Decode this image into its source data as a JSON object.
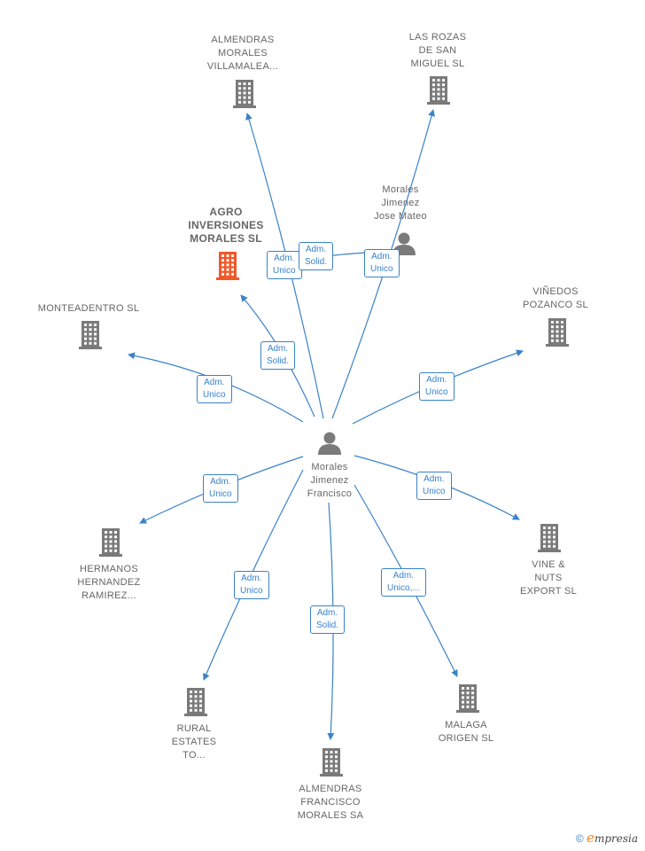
{
  "colors": {
    "edge": "#3a82c9",
    "building": "#7a7a7a",
    "highlight": "#f0582a",
    "person": "#7a7a7a"
  },
  "center": {
    "label": "Morales\nJimenez\nFrancisco",
    "icon": "person-icon"
  },
  "nodes": [
    {
      "id": "almendras-morales",
      "label": "ALMENDRAS\nMORALES\nVILLAMALEA...",
      "icon": "building-icon"
    },
    {
      "id": "las-rozas",
      "label": "LAS ROZAS\nDE SAN\nMIGUEL  SL",
      "icon": "building-icon"
    },
    {
      "id": "agro-inversiones",
      "label": "AGRO\nINVERSIONES\nMORALES  SL",
      "icon": "building-icon"
    },
    {
      "id": "morales-jose-mateo",
      "label": "Morales\nJimenez\nJose Mateo",
      "icon": "person-icon"
    },
    {
      "id": "monteadentro",
      "label": "MONTEADENTRO SL",
      "icon": "building-icon"
    },
    {
      "id": "vinedos-pozanco",
      "label": "VIÑEDOS\nPOZANCO SL",
      "icon": "building-icon"
    },
    {
      "id": "hermanos-hernandez",
      "label": "HERMANOS\nHERNANDEZ\nRAMIREZ...",
      "icon": "building-icon"
    },
    {
      "id": "vine-nuts",
      "label": "VINE &\nNUTS\nEXPORT  SL",
      "icon": "building-icon"
    },
    {
      "id": "rural-estates",
      "label": "RURAL\nESTATES\nTO...",
      "icon": "building-icon"
    },
    {
      "id": "almendras-francisco",
      "label": "ALMENDRAS\nFRANCISCO\nMORALES SA",
      "icon": "building-icon"
    },
    {
      "id": "malaga-origen",
      "label": "MALAGA\nORIGEN SL",
      "icon": "building-icon"
    }
  ],
  "relations": [
    {
      "id": "rel-almendras-morales",
      "label": "Adm.\nUnico"
    },
    {
      "id": "rel-agro-solid-top",
      "label": "Adm.\nSolid."
    },
    {
      "id": "rel-las-rozas",
      "label": "Adm.\nUnico"
    },
    {
      "id": "rel-agro-solid",
      "label": "Adm.\nSolid."
    },
    {
      "id": "rel-monteadentro",
      "label": "Adm.\nUnico"
    },
    {
      "id": "rel-vinedos",
      "label": "Adm.\nUnico"
    },
    {
      "id": "rel-hermanos",
      "label": "Adm.\nUnico"
    },
    {
      "id": "rel-vine-nuts",
      "label": "Adm.\nUnico"
    },
    {
      "id": "rel-rural",
      "label": "Adm.\nUnico"
    },
    {
      "id": "rel-almendras-francisco",
      "label": "Adm.\nSolid."
    },
    {
      "id": "rel-malaga",
      "label": "Adm.\nUnico,..."
    }
  ],
  "copyright": {
    "symbol": "©",
    "brand_initial": "e",
    "brand_rest": "mpresia"
  }
}
